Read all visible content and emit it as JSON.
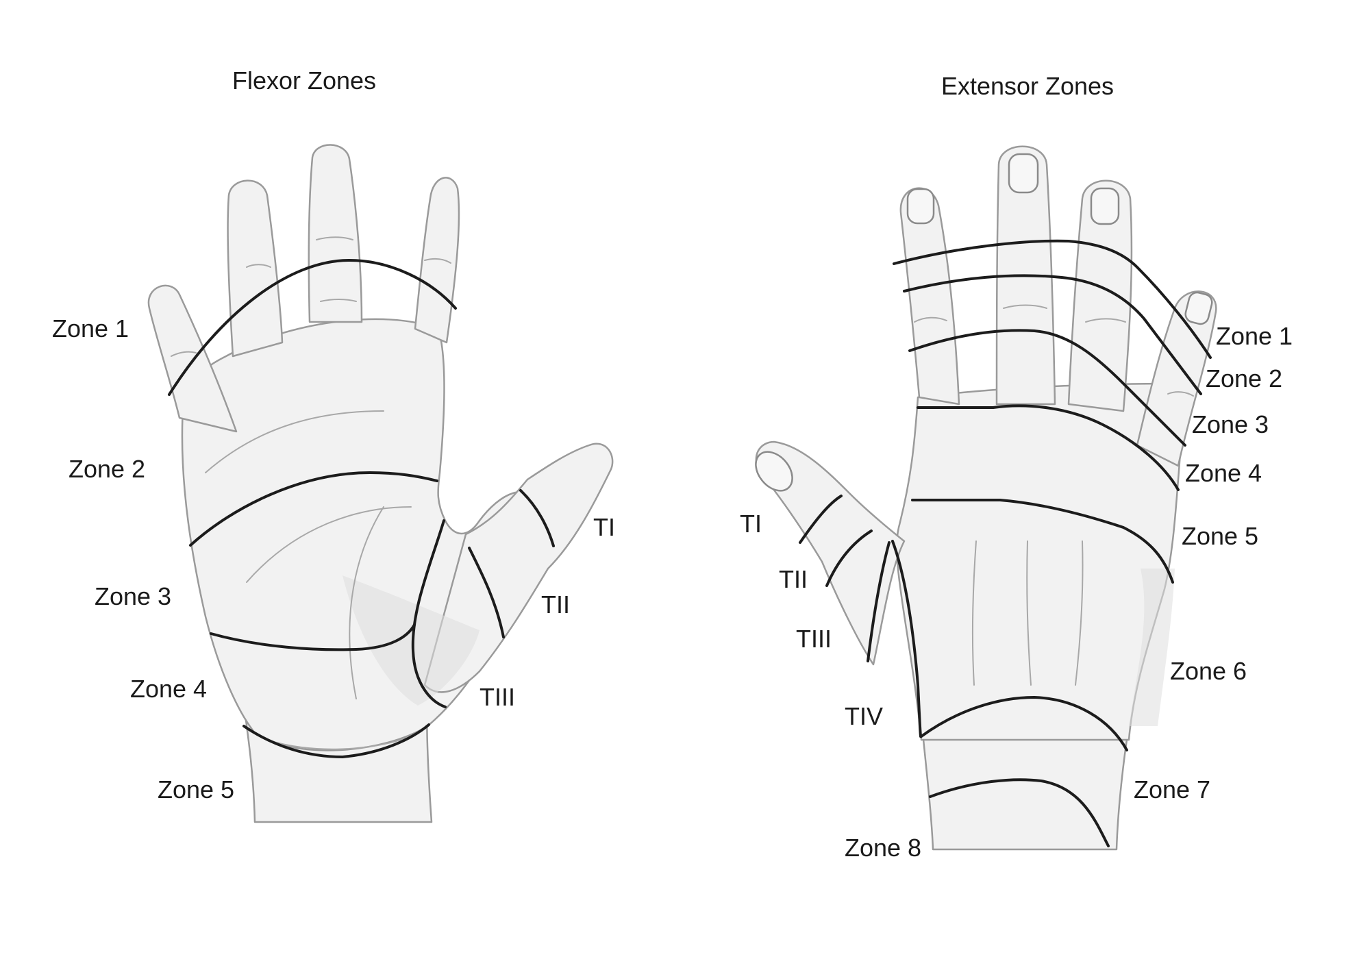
{
  "flexor": {
    "title": "Flexor Zones",
    "zones": [
      "Zone 1",
      "Zone 2",
      "Zone 3",
      "Zone 4",
      "Zone 5"
    ],
    "thumb_zones": [
      "TI",
      "TII",
      "TIII"
    ]
  },
  "extensor": {
    "title": "Extensor Zones",
    "zones": [
      "Zone 1",
      "Zone 2",
      "Zone 3",
      "Zone 4",
      "Zone 5",
      "Zone 6",
      "Zone 7",
      "Zone 8"
    ],
    "thumb_zones": [
      "TI",
      "TII",
      "TIII",
      "TIV"
    ]
  }
}
